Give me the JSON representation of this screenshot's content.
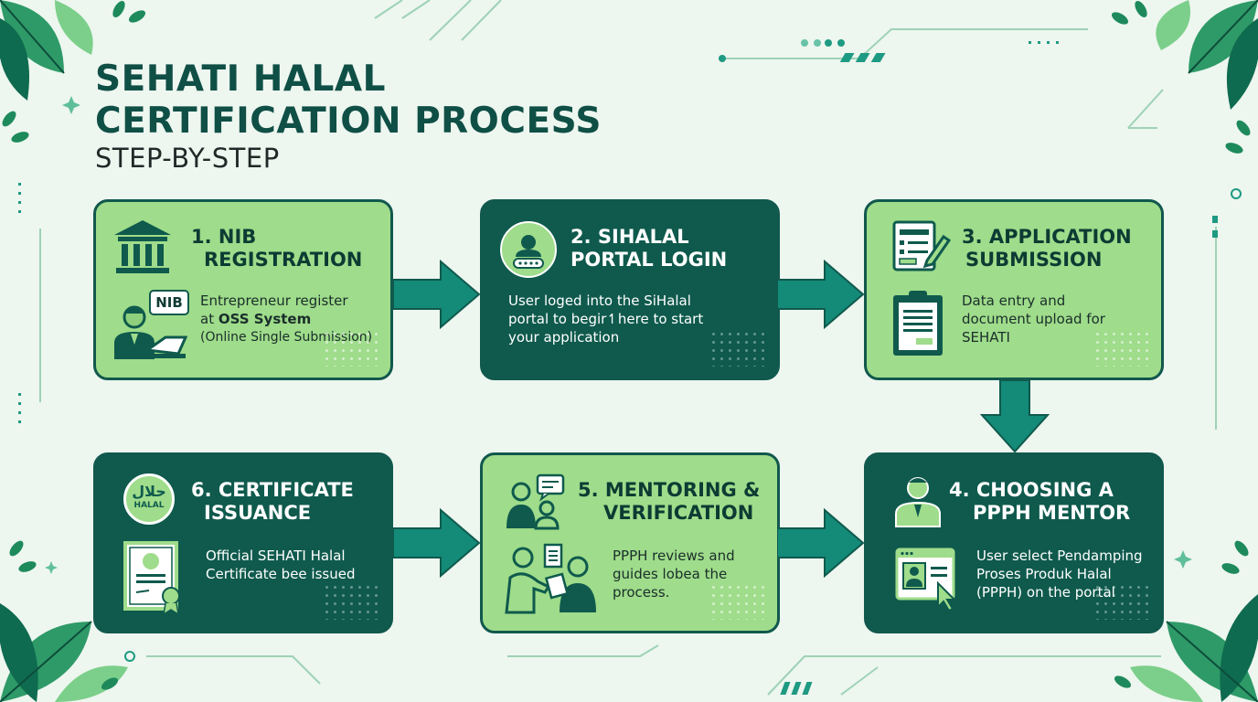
{
  "header": {
    "title_line1": "SEHATI HALAL",
    "title_line2": "CERTIFICATION PROCESS",
    "subtitle": "STEP-BY-STEP"
  },
  "steps": [
    {
      "title_line1": "1. NIB",
      "title_line2": "REGISTRATION",
      "desc_line1": "Entrepreneur register",
      "desc_line2_pre": "at ",
      "desc_line2_bold": "OSS System",
      "desc_line3": "(Online Single Submission)",
      "badge": "NIB",
      "icon_main": "bank-building-icon",
      "icon_sub": "person-at-laptop-icon"
    },
    {
      "title_line1": "2. SIHALAL",
      "title_line2": "PORTAL LOGIN",
      "desc_line1": "User loged into the SiHalal",
      "desc_line2": "portal to begir↿here to start",
      "desc_line3": "your application",
      "icon_main": "user-login-icon"
    },
    {
      "title_line1": "3. APPLICATION",
      "title_line2": "SUBMISSION",
      "desc_line1": "Data entry and",
      "desc_line2": "document upload for",
      "desc_line3": "SEHATI",
      "icon_main": "form-edit-icon",
      "icon_sub": "clipboard-icon"
    },
    {
      "title_line1": "4. CHOOSING A",
      "title_line2": "PPPH MENTOR",
      "desc_line1": "User select Pendamping",
      "desc_line2": "Proses Produk Halal",
      "desc_line3": "(PPPH) on the portal",
      "icon_main": "mentor-person-icon",
      "icon_sub": "profile-select-icon"
    },
    {
      "title_line1": "5. MENTORING &",
      "title_line2": "VERIFICATION",
      "desc_line1": "PPPH reviews and",
      "desc_line2": "guides lobea the",
      "desc_line3": "process.",
      "icon_main": "mentoring-chat-icon",
      "icon_sub": "document-review-icon"
    },
    {
      "title_line1": "6. CERTIFICATE",
      "title_line2": "ISSUANCE",
      "desc_line1": "Official SEHATI Halal",
      "desc_line2": "Certificate bee issued",
      "badge_arabic": "حلال",
      "badge_latin": "HALAL",
      "icon_main": "halal-seal-icon",
      "icon_sub": "certificate-icon"
    }
  ],
  "colors": {
    "background": "#edf6ef",
    "card_light": "#9fdc8b",
    "card_dark": "#0f5a4d",
    "arrow": "#148a78",
    "title": "#0f4f46"
  }
}
